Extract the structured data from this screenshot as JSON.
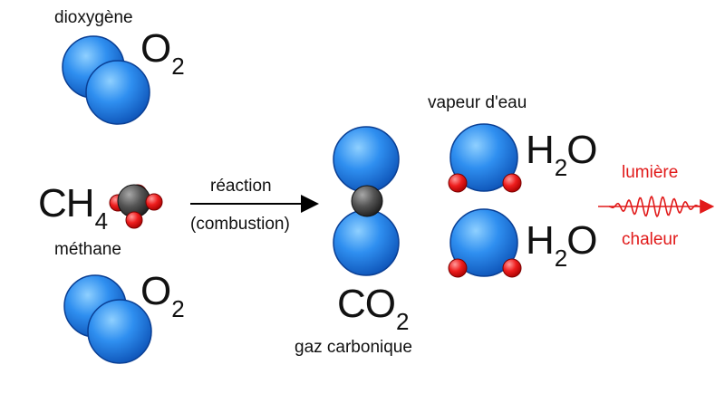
{
  "colors": {
    "blue_atom": "#1f78e6",
    "carbon": "#444444",
    "oxygen_small": "#e51c1c",
    "arrow": "#000000",
    "energy": "#e11a1a"
  },
  "reactants": {
    "o2_top": {
      "name": "dioxygène",
      "symbol": "O",
      "sub": "2"
    },
    "ch4": {
      "symbol": "CH",
      "sub": "4",
      "name": "méthane"
    },
    "o2_bottom": {
      "symbol": "O",
      "sub": "2"
    }
  },
  "arrow": {
    "top_label": "réaction",
    "bottom_label": "(combustion)"
  },
  "products": {
    "co2": {
      "symbol": "CO",
      "sub": "2",
      "name": "gaz carbonique"
    },
    "water_title": "vapeur d'eau",
    "h2o_top": {
      "h": "H",
      "sub": "2",
      "o": "O"
    },
    "h2o_bottom": {
      "h": "H",
      "sub": "2",
      "o": "O"
    }
  },
  "energy": {
    "top_label": "lumière",
    "bottom_label": "chaleur"
  }
}
